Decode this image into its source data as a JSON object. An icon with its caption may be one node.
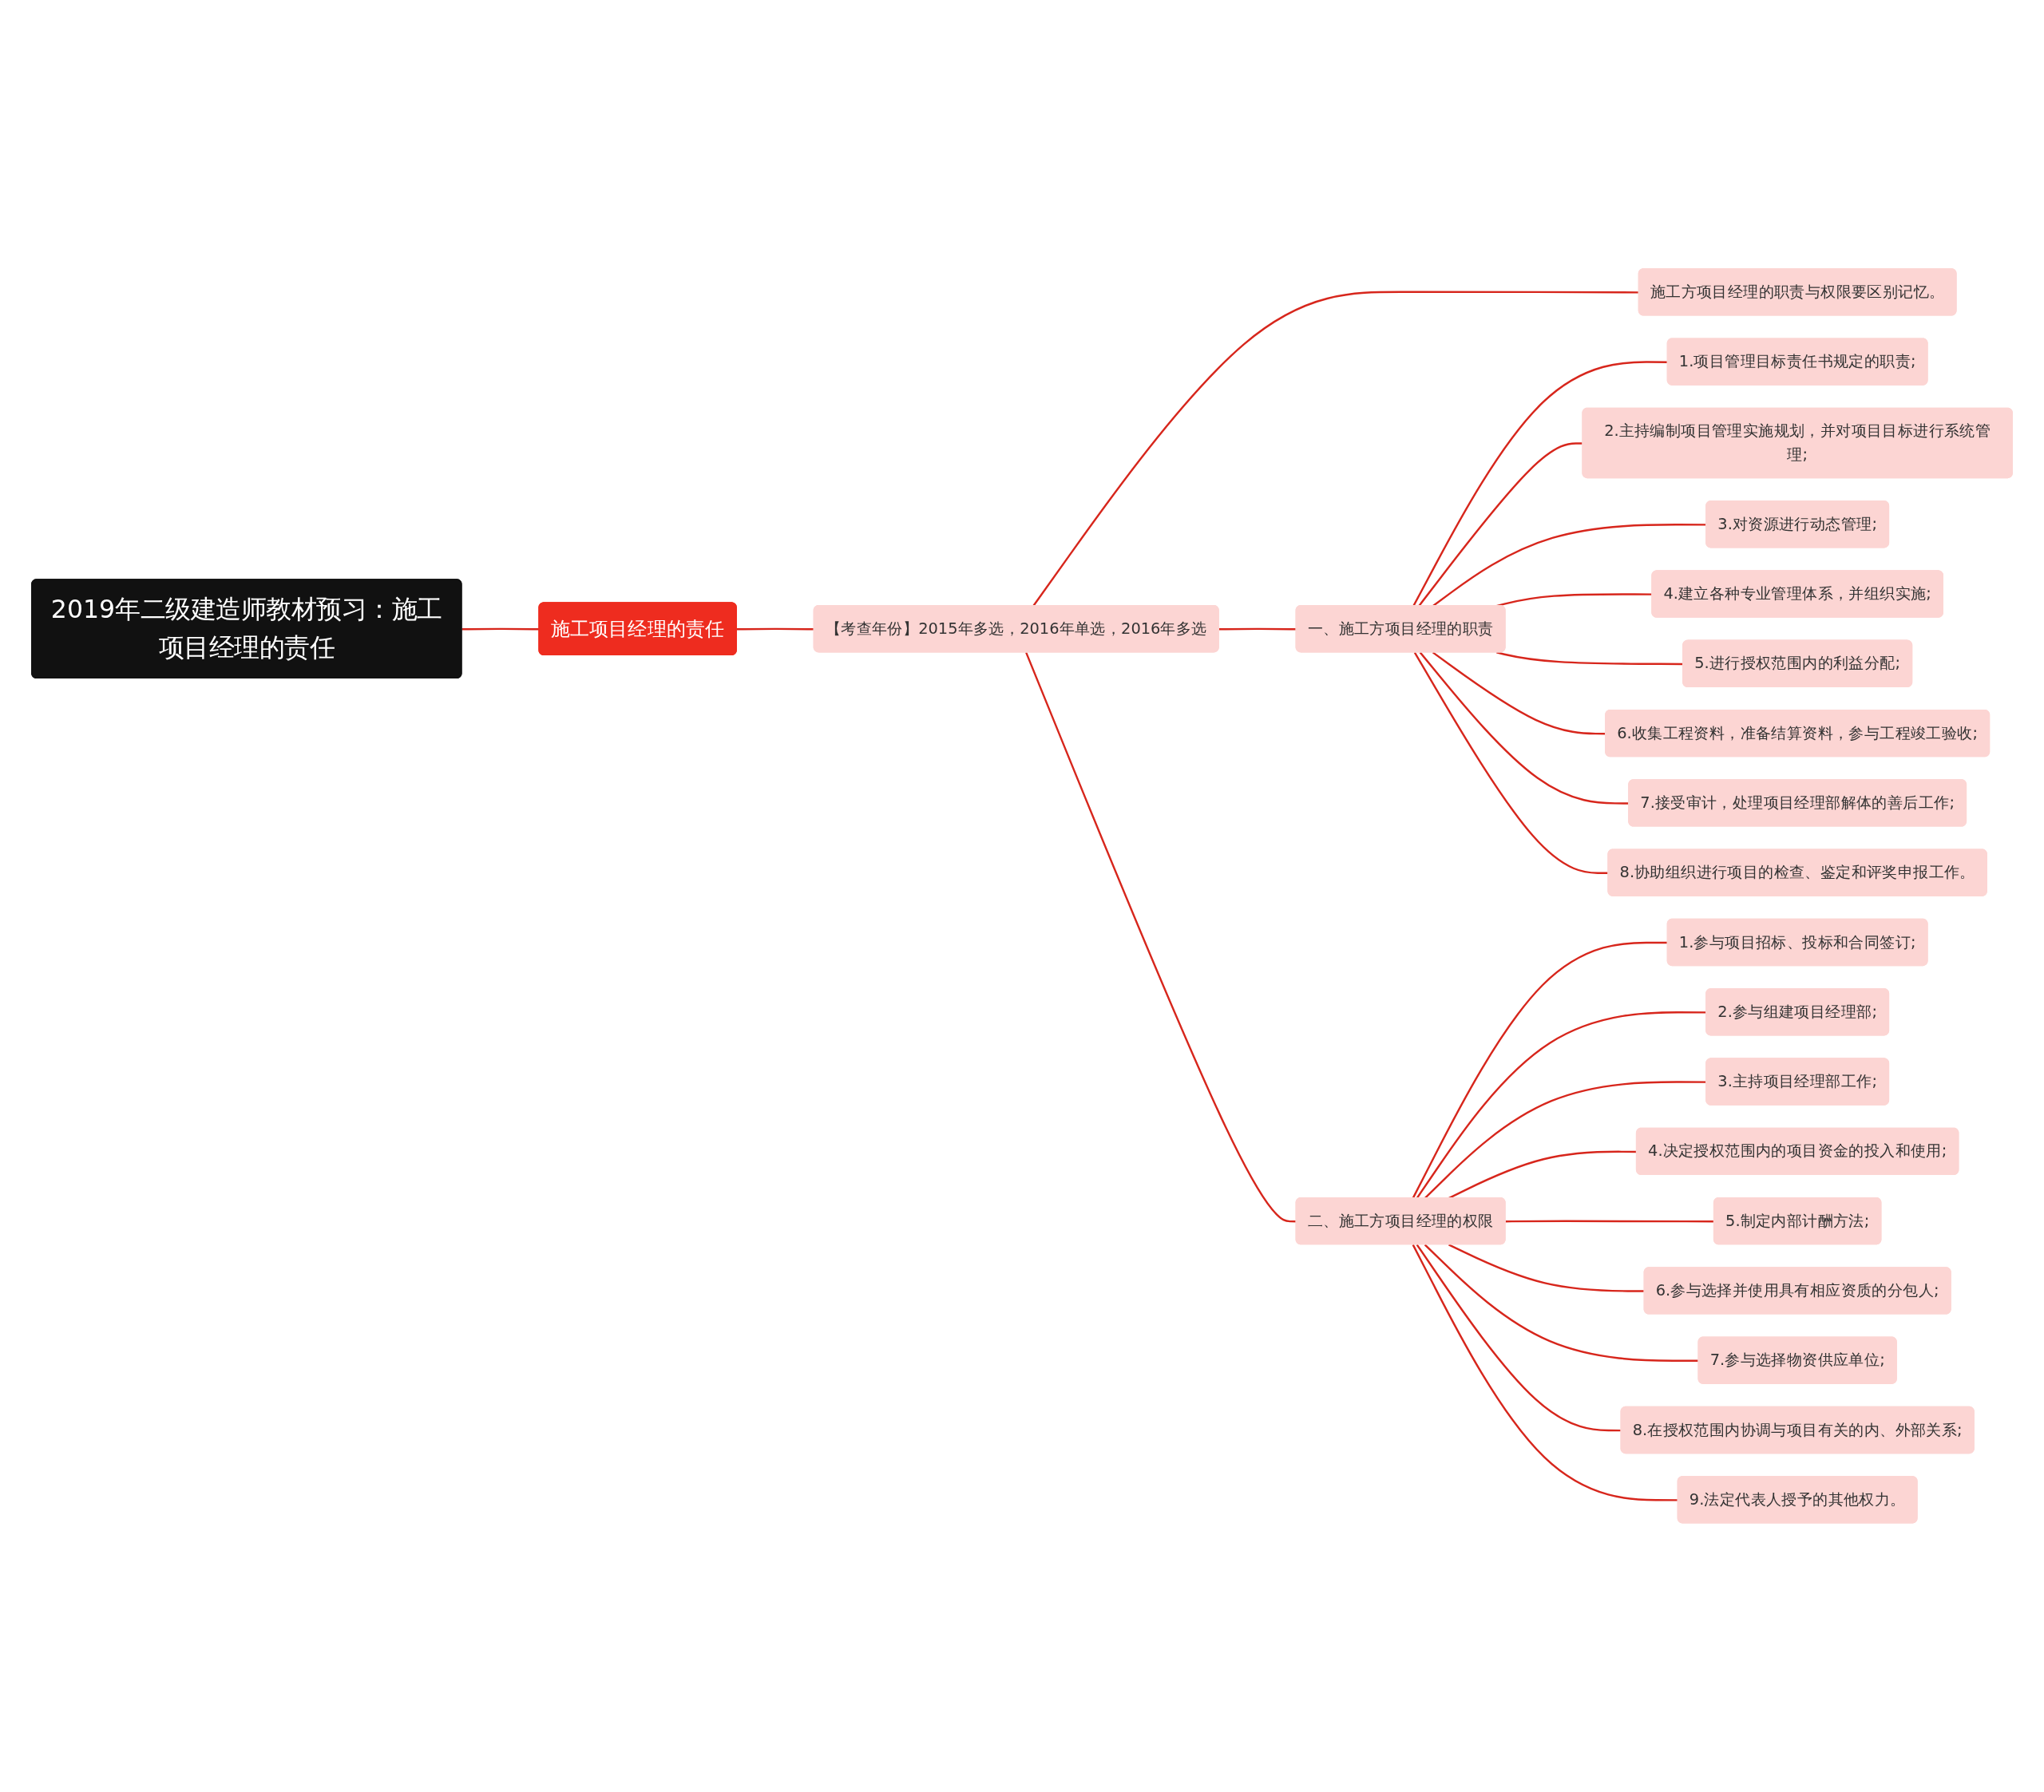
{
  "diagram": {
    "nodes": [
      {
        "text": [
          "2019年二级建造师教材预习：施工项目经理的责任"
        ]
      },
      {
        "text": [
          "施工项目经理的责任"
        ]
      },
      {
        "text": [
          "【考查年份】2015年多选，2016年单选，2016年多选"
        ]
      },
      {
        "text": [
          "施工方项目经理的职责与权限要区别记忆。"
        ]
      },
      {
        "text": [
          "一、施工方项目经理的职责"
        ]
      },
      {
        "text": [
          "1.项目管理目标责任书规定的职责;"
        ]
      },
      {
        "text": [
          "2.主持编制项目管理实施规划，并对项目目标进行系统管理;"
        ]
      },
      {
        "text": [
          "3.对资源进行动态管理;"
        ]
      },
      {
        "text": [
          "4.建立各种专业管理体系，并组织实施;"
        ]
      },
      {
        "text": [
          "5.进行授权范围内的利益分配;"
        ]
      },
      {
        "text": [
          "6.收集工程资料，准备结算资料，参与工程竣工验收;"
        ]
      },
      {
        "text": [
          "7.接受审计，处理项目经理部解体的善后工作;"
        ]
      },
      {
        "text": [
          "8.协助组织进行项目的检查、鉴定和评奖申报工作。"
        ]
      },
      {
        "text": [
          "二、施工方项目经理的权限"
        ]
      },
      {
        "text": [
          "1.参与项目招标、投标和合同签订;"
        ]
      },
      {
        "text": [
          "2.参与组建项目经理部;"
        ]
      },
      {
        "text": [
          "3.主持项目经理部工作;"
        ]
      },
      {
        "text": [
          "4.决定授权范围内的项目资金的投入和使用;"
        ]
      },
      {
        "text": [
          "5.制定内部计酬方法;"
        ]
      },
      {
        "text": [
          "6.参与选择并使用具有相应资质的分包人;"
        ]
      },
      {
        "text": [
          "7.参与选择物资供应单位;"
        ]
      },
      {
        "text": [
          "8.在授权范围内协调与项目有关的内、外部关系;"
        ]
      },
      {
        "text": [
          "9.法定代表人授予的其他权力。"
        ]
      }
    ],
    "edges": [
      {
        "from": 0,
        "to": 1,
        "arrow": "none"
      },
      {
        "from": 1,
        "to": 2,
        "arrow": "none"
      },
      {
        "from": 2,
        "to": 3,
        "arrow": "none"
      },
      {
        "from": 2,
        "to": 4,
        "arrow": "none"
      },
      {
        "from": 2,
        "to": 13,
        "arrow": "none"
      },
      {
        "from": 4,
        "to": 5,
        "arrow": "none"
      },
      {
        "from": 4,
        "to": 6,
        "arrow": "none"
      },
      {
        "from": 4,
        "to": 7,
        "arrow": "none"
      },
      {
        "from": 4,
        "to": 8,
        "arrow": "none"
      },
      {
        "from": 4,
        "to": 9,
        "arrow": "none"
      },
      {
        "from": 4,
        "to": 10,
        "arrow": "none"
      },
      {
        "from": 4,
        "to": 11,
        "arrow": "none"
      },
      {
        "from": 4,
        "to": 12,
        "arrow": "none"
      },
      {
        "from": 13,
        "to": 14,
        "arrow": "none"
      },
      {
        "from": 13,
        "to": 15,
        "arrow": "none"
      },
      {
        "from": 13,
        "to": 16,
        "arrow": "none"
      },
      {
        "from": 13,
        "to": 17,
        "arrow": "none"
      },
      {
        "from": 13,
        "to": 18,
        "arrow": "none"
      },
      {
        "from": 13,
        "to": 19,
        "arrow": "none"
      },
      {
        "from": 13,
        "to": 20,
        "arrow": "none"
      },
      {
        "from": 13,
        "to": 21,
        "arrow": "none"
      },
      {
        "from": 13,
        "to": 22,
        "arrow": "none"
      }
    ]
  }
}
